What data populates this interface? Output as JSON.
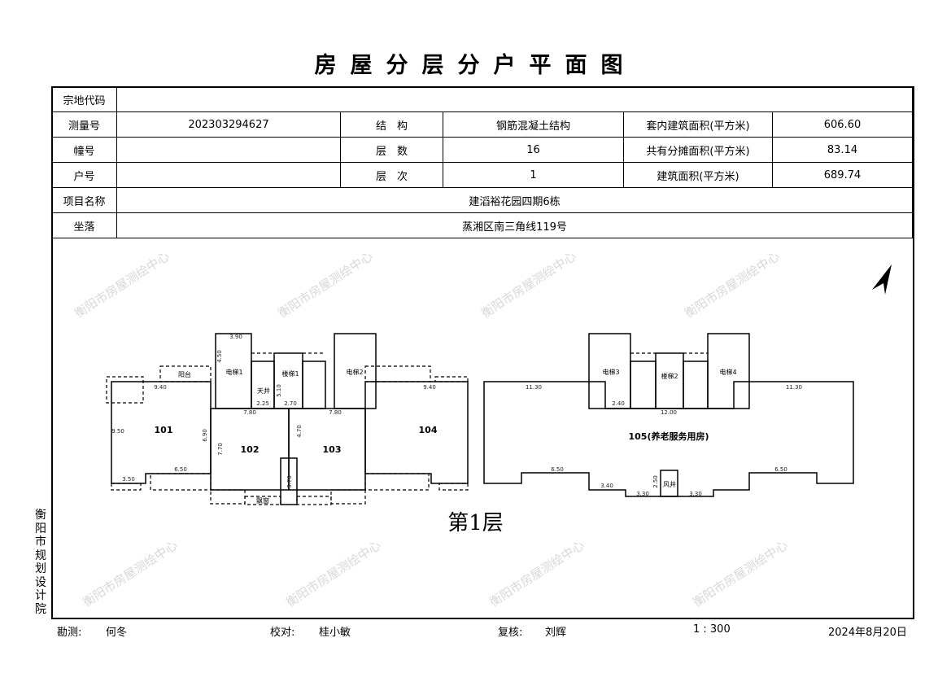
{
  "title": "房屋分层分户平面图",
  "watermark": "衡阳市房屋测绘中心",
  "table": {
    "land_code_label": "宗地代码",
    "land_code": "",
    "survey_no_label": "测量号",
    "survey_no": "202303294627",
    "structure_label": "结　构",
    "structure": "钢筋混凝土结构",
    "inner_area_label": "套内建筑面积(平方米)",
    "inner_area": "606.60",
    "building_no_label": "幢号",
    "building_no": "",
    "floors_label": "层　数",
    "floors": "16",
    "shared_area_label": "共有分摊面积(平方米)",
    "shared_area": "83.14",
    "unit_no_label": "户号",
    "unit_no": "",
    "floor_label": "层　次",
    "floor": "1",
    "total_area_label": "建筑面积(平方米)",
    "total_area": "689.74",
    "project_label": "项目名称",
    "project": "建滔裕花园四期6栋",
    "location_label": "坐落",
    "location": "蒸湘区南三角线119号"
  },
  "plan": {
    "rooms": [
      "101",
      "102",
      "103",
      "104",
      "105(养老服务用房)"
    ],
    "elevators": [
      "电梯1",
      "电梯2",
      "电梯3",
      "电梯4"
    ],
    "stairs": [
      "楼梯1",
      "楼梯2"
    ],
    "shaft": "天井",
    "wind_well": "风井",
    "balcony": "阳台",
    "bay_window": "飘窗",
    "dims": [
      "9.40",
      "9.50",
      "6.50",
      "3.50",
      "3.90",
      "7.80",
      "7.70",
      "6.90",
      "4.70",
      "3.70",
      "3.40",
      "3.30",
      "2.25",
      "2.70",
      "5.10",
      "4.50",
      "11.30",
      "12.00",
      "2.40",
      "2.50"
    ],
    "floor_label": "第1层"
  },
  "side_text": "衡阳市规划设计院",
  "footer": {
    "surveyor_label": "勘测:",
    "surveyor": "何冬",
    "checker_label": "校对:",
    "checker": "桂小敏",
    "reviewer_label": "复核:",
    "reviewer": "刘辉",
    "scale": "1 : 300",
    "date": "2024年8月20日"
  }
}
